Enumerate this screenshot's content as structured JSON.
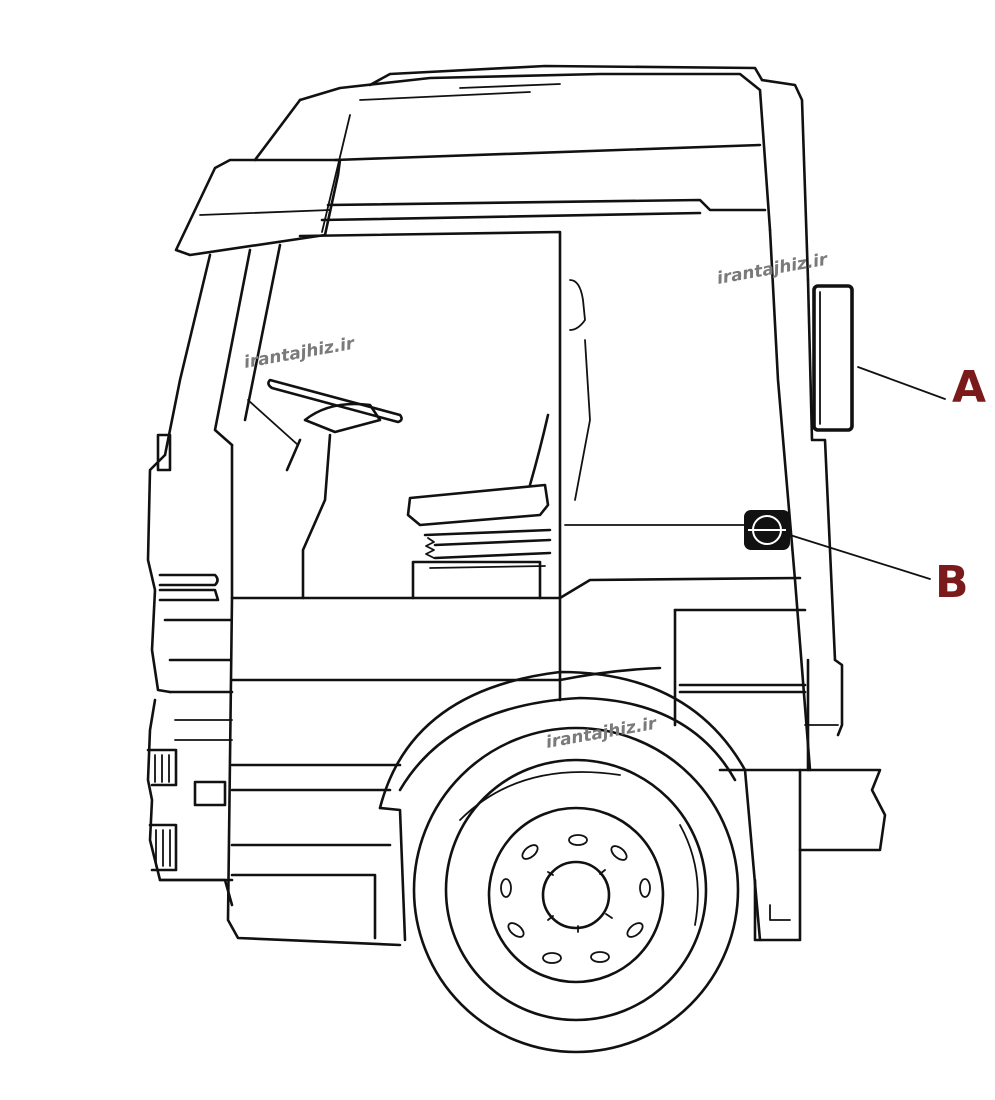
{
  "callouts": {
    "a": {
      "label": "A",
      "target": "mirror",
      "color": "#7b1a1a"
    },
    "b": {
      "label": "B",
      "target": "side-marker-light",
      "color": "#7b1a1a"
    }
  },
  "watermarks": [
    "irantajhiz.ir",
    "irantajhiz.ir",
    "irantajhiz.ir"
  ],
  "colors": {
    "line": "#111111",
    "callout": "#7b1a1a",
    "watermark": "#7a7a7a"
  }
}
